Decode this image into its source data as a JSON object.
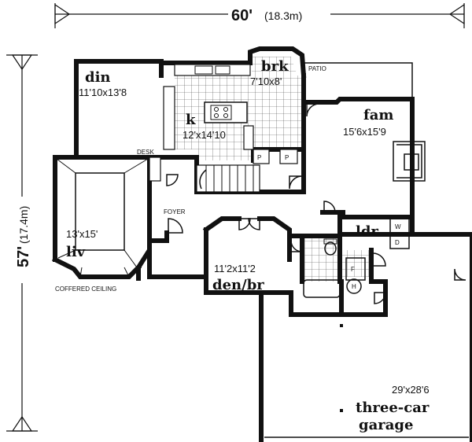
{
  "dimensions": {
    "width_main": "60'",
    "width_metric": "(18.3m)",
    "depth_main": "57'",
    "depth_metric": "(17.4m)"
  },
  "rooms": {
    "din": {
      "name": "din",
      "size": "11'10x13'8"
    },
    "brk": {
      "name": "brk",
      "size": "7'10x8'"
    },
    "k": {
      "name": "k",
      "size": "12'x14'10"
    },
    "fam": {
      "name": "fam",
      "size": "15'6x15'9"
    },
    "liv": {
      "name": "liv",
      "size": "13'x15'"
    },
    "den": {
      "name": "den/br",
      "size": "11'2x11'2"
    },
    "ldr": {
      "name": "ldr"
    },
    "garage": {
      "name": "three-car garage",
      "name_line1": "three-car",
      "name_line2": "garage",
      "size": "29'x28'6"
    }
  },
  "labels": {
    "patio": "PATIO",
    "desk": "DESK",
    "foyer": "FOYER",
    "coffered": "COFFERED CEILING",
    "pantry_a": "P",
    "pantry_b": "P",
    "washer": "W",
    "dryer": "D",
    "freezer": "F",
    "heater": "H"
  }
}
